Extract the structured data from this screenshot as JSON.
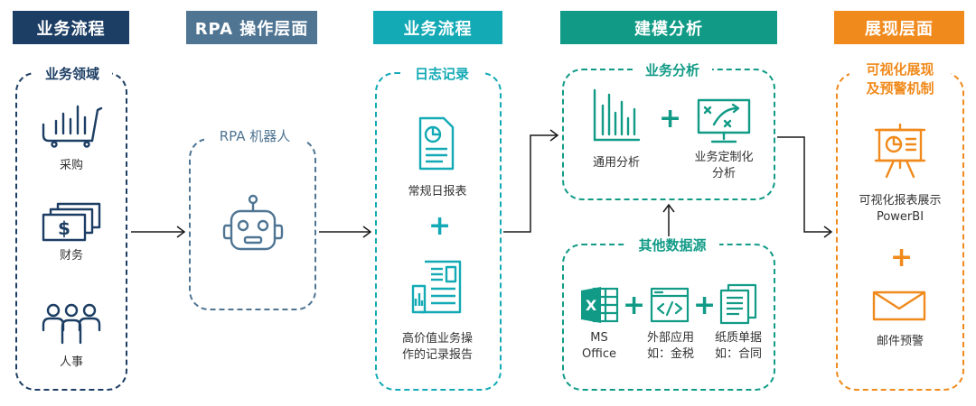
{
  "colors": {
    "navy": "#1d3e64",
    "slate": "#4f7593",
    "teal": "#13aab5",
    "green": "#119b86",
    "orange": "#f08a1c"
  },
  "headers": [
    {
      "label": "业务流程"
    },
    {
      "label": "RPA 操作层面"
    },
    {
      "label": "业务流程"
    },
    {
      "label": "建模分析"
    },
    {
      "label": "展现层面"
    }
  ],
  "col1": {
    "title": "业务领域",
    "items": [
      {
        "label": "采购",
        "icon": "bar-chart-cart-icon"
      },
      {
        "label": "财务",
        "icon": "money-bills-icon"
      },
      {
        "label": "人事",
        "icon": "people-group-icon"
      }
    ]
  },
  "col2": {
    "title": "RPA 机器人",
    "icon": "robot-icon"
  },
  "col3": {
    "title": "日志记录",
    "item1": {
      "label": "常规日报表",
      "icon": "report-document-icon"
    },
    "plus": "+",
    "item2": {
      "label_line1": "高价值业务操",
      "label_line2": "作的记录报告",
      "icon": "newspaper-report-icon"
    }
  },
  "col4": {
    "analysis": {
      "title": "业务分析",
      "item1": {
        "label": "通用分析",
        "icon": "bar-chart-icon"
      },
      "plus": "+",
      "item2": {
        "label_line1": "业务定制化",
        "label_line2": "分析",
        "icon": "strategy-board-icon"
      }
    },
    "sources": {
      "title": "其他数据源",
      "item1": {
        "label_line1": "MS",
        "label_line2": "Office",
        "icon": "excel-icon"
      },
      "plus1": "+",
      "item2": {
        "label_line1": "外部应用",
        "label_line2": "如：金税",
        "icon": "code-window-icon"
      },
      "plus2": "+",
      "item3": {
        "label_line1": "纸质单据",
        "label_line2": "如：合同",
        "icon": "paper-documents-icon"
      }
    }
  },
  "col5": {
    "title_line1": "可视化展现",
    "title_line2": "及预警机制",
    "item1": {
      "label_line1": "可视化报表展示",
      "label_line2": "PowerBI",
      "icon": "presentation-board-icon"
    },
    "plus": "+",
    "item2": {
      "label": "邮件预警",
      "icon": "envelope-icon"
    }
  }
}
